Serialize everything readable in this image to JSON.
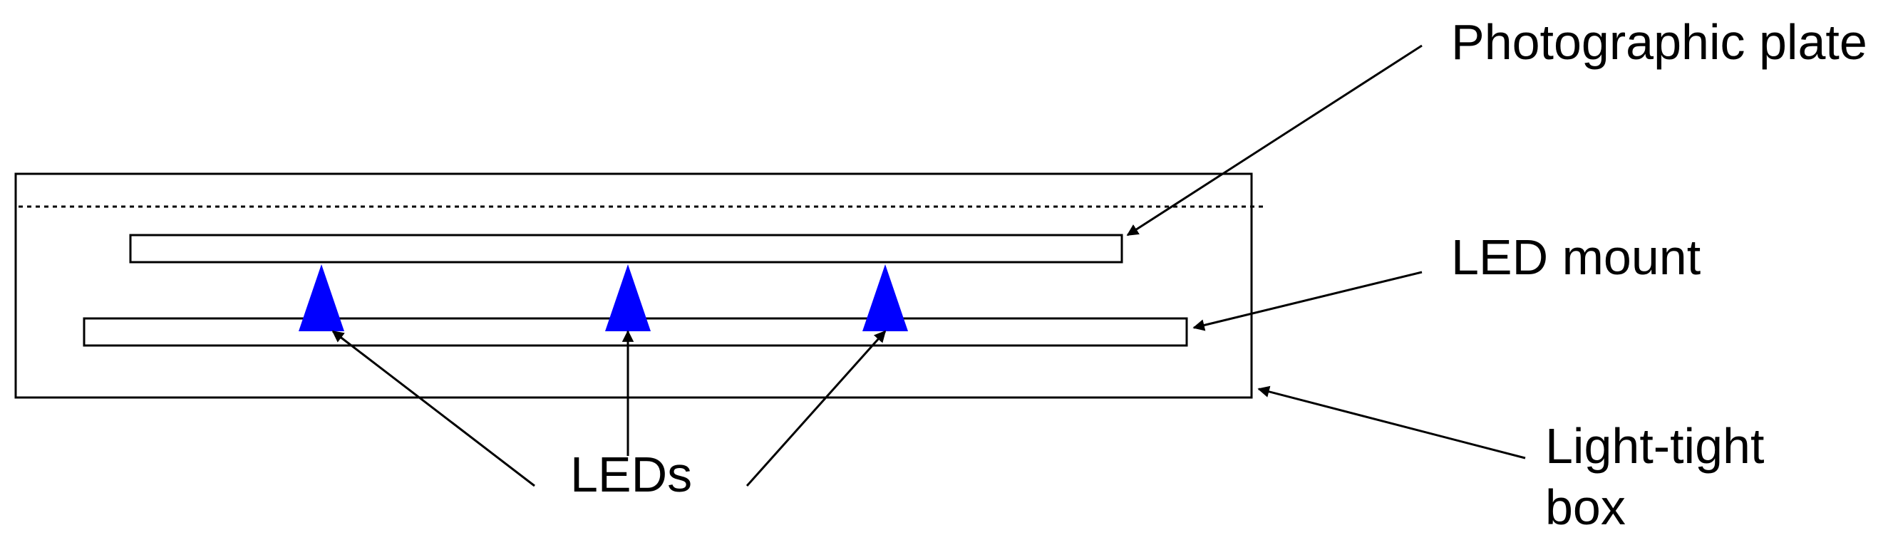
{
  "labels": {
    "photographic_plate": "Photographic plate",
    "led_mount": "LED mount",
    "light_tight_box_line1": "Light-tight",
    "light_tight_box_line2": "box",
    "leds": "LEDs"
  },
  "colors": {
    "led": "#0000ff",
    "stroke": "#000000",
    "background": "#ffffff"
  }
}
